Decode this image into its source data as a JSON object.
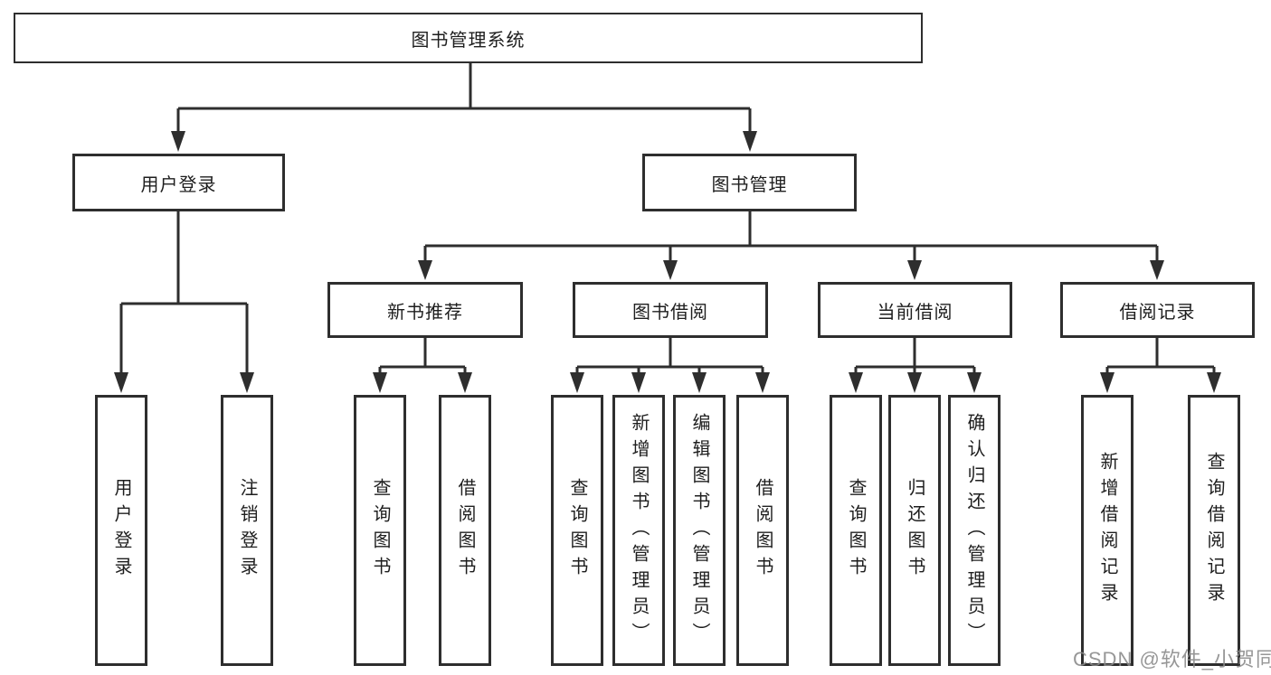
{
  "colors": {
    "line": "#2e2e2e",
    "text": "#1e1e1e",
    "watermark": "#898989",
    "background": "#ffffff"
  },
  "watermark": {
    "text": "CSDN @软件_小贺同学"
  },
  "tree": {
    "root": {
      "label": "图书管理系统",
      "children": [
        {
          "label": "用户登录",
          "children": [
            {
              "label": "用户登录"
            },
            {
              "label": "注销登录"
            }
          ]
        },
        {
          "label": "图书管理",
          "children": [
            {
              "label": "新书推荐",
              "children": [
                {
                  "label": "查询图书"
                },
                {
                  "label": "借阅图书"
                }
              ]
            },
            {
              "label": "图书借阅",
              "children": [
                {
                  "label": "查询图书"
                },
                {
                  "label": "新增图书（管理员）"
                },
                {
                  "label": "编辑图书（管理员）"
                },
                {
                  "label": "借阅图书"
                }
              ]
            },
            {
              "label": "当前借阅",
              "children": [
                {
                  "label": "查询图书"
                },
                {
                  "label": "归还图书"
                },
                {
                  "label": "确认归还（管理员）"
                }
              ]
            },
            {
              "label": "借阅记录",
              "children": [
                {
                  "label": "新增借阅记录"
                },
                {
                  "label": "查询借阅记录"
                }
              ]
            }
          ]
        }
      ]
    }
  }
}
